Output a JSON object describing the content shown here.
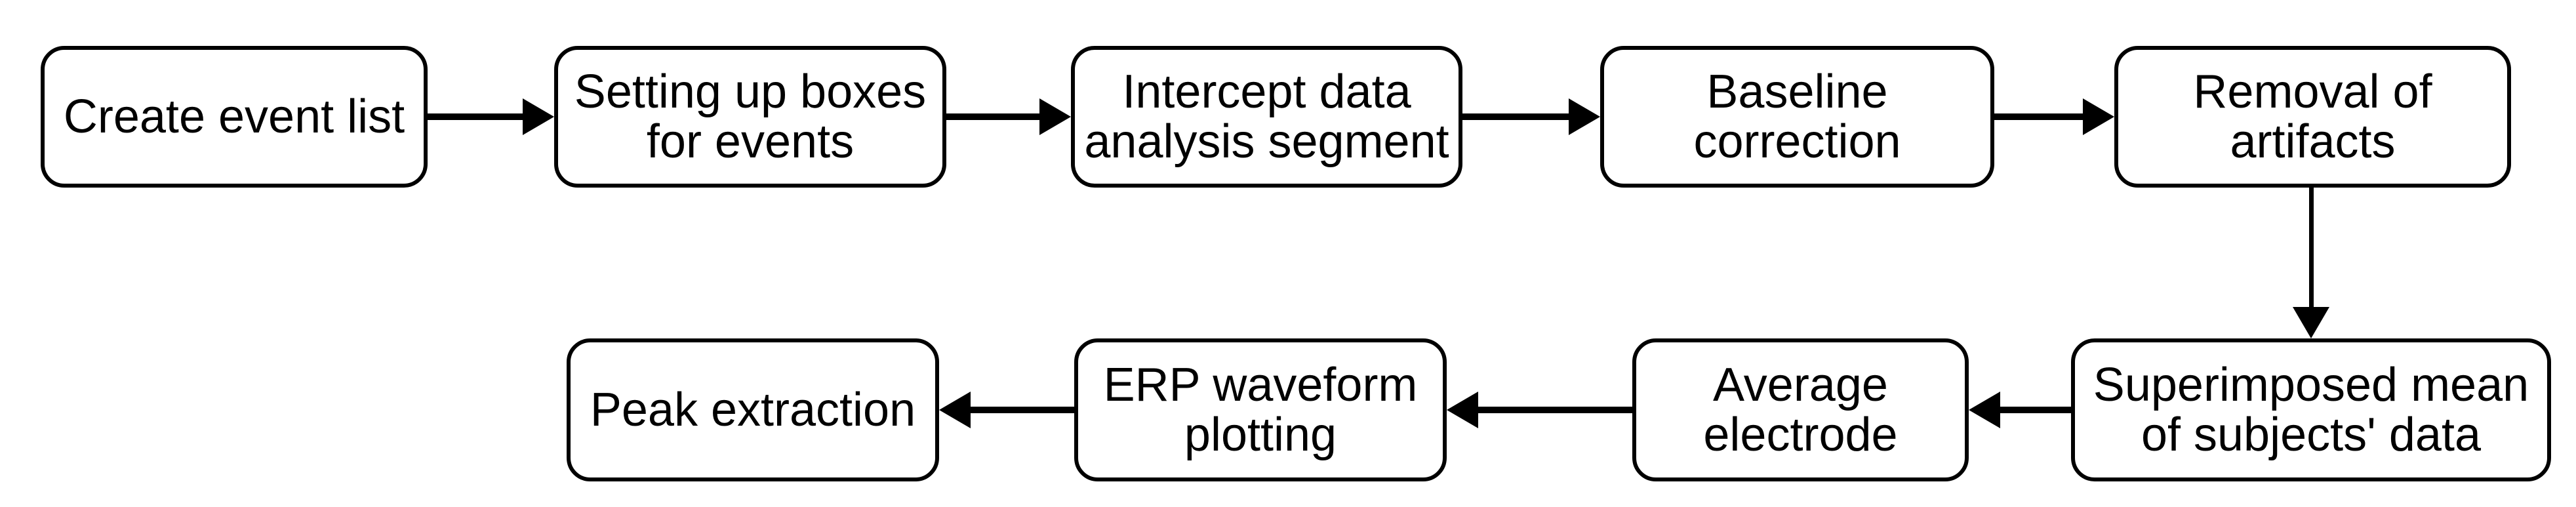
{
  "colors": {
    "background": "#ffffff",
    "node_fill": "#ffffff",
    "node_border": "#000000",
    "text": "#000000",
    "arrow": "#000000"
  },
  "flowchart": {
    "nodes": [
      {
        "id": "create-event-list",
        "label": "Create event list"
      },
      {
        "id": "setting-up-boxes",
        "label": "Setting up boxes\nfor events"
      },
      {
        "id": "intercept-data",
        "label": "Intercept data\nanalysis segment"
      },
      {
        "id": "baseline-correction",
        "label": "Baseline\ncorrection"
      },
      {
        "id": "removal-of-artifacts",
        "label": "Removal of\nartifacts"
      },
      {
        "id": "superimposed-mean",
        "label": "Superimposed mean\nof subjects' data"
      },
      {
        "id": "average-electrode",
        "label": "Average\nelectrode"
      },
      {
        "id": "erp-waveform-plotting",
        "label": "ERP waveform\nplotting"
      },
      {
        "id": "peak-extraction",
        "label": "Peak extraction"
      }
    ],
    "edges": [
      {
        "from": "create-event-list",
        "to": "setting-up-boxes",
        "direction": "right"
      },
      {
        "from": "setting-up-boxes",
        "to": "intercept-data",
        "direction": "right"
      },
      {
        "from": "intercept-data",
        "to": "baseline-correction",
        "direction": "right"
      },
      {
        "from": "baseline-correction",
        "to": "removal-of-artifacts",
        "direction": "right"
      },
      {
        "from": "removal-of-artifacts",
        "to": "superimposed-mean",
        "direction": "down"
      },
      {
        "from": "superimposed-mean",
        "to": "average-electrode",
        "direction": "left"
      },
      {
        "from": "average-electrode",
        "to": "erp-waveform-plotting",
        "direction": "left"
      },
      {
        "from": "erp-waveform-plotting",
        "to": "peak-extraction",
        "direction": "left"
      }
    ]
  }
}
